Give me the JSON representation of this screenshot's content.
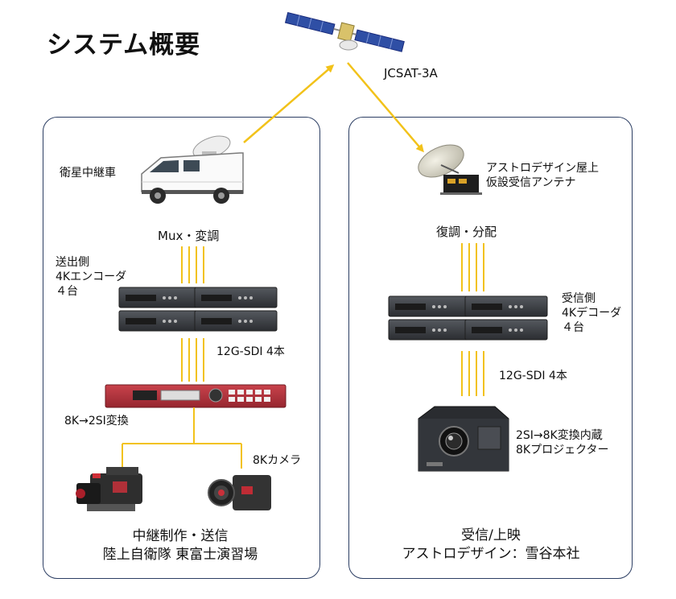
{
  "page_title": "システム概要",
  "satellite": {
    "name": "JCSAT-3A"
  },
  "left_panel": {
    "van_label": "衛星中継車",
    "mux_label": "Mux・変調",
    "encoder_label": [
      "送出側",
      "4Kエンコーダ",
      "４台"
    ],
    "sdi_label": "12G-SDI 4本",
    "converter_label": "8K→2SI変換",
    "camera_label": "8Kカメラ",
    "footer": [
      "中継制作・送信",
      "陸上自衛隊 東富士演習場"
    ]
  },
  "right_panel": {
    "antenna_label": [
      "アストロデザイン屋上",
      "仮設受信アンテナ"
    ],
    "demod_label": "復調・分配",
    "decoder_label": [
      "受信側",
      "4Kデコーダ",
      "４台"
    ],
    "sdi_label": "12G-SDI 4本",
    "projector_label": [
      "2SI→8K変換内蔵",
      "8Kプロジェクター"
    ],
    "footer": [
      "受信/上映",
      "アストロデザイン：雪谷本社"
    ]
  },
  "colors": {
    "link_line": "#f2c21a",
    "panel_border": "#2c3e63",
    "converter_body": "#b8363f",
    "device_body": "#3a3d42"
  }
}
